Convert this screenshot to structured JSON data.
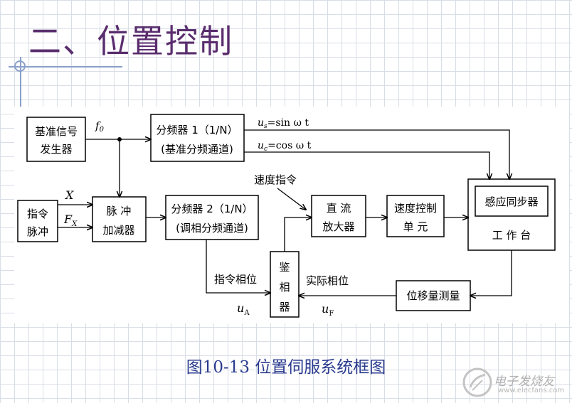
{
  "slide": {
    "title": "二、位置控制",
    "caption": "图10-13 位置伺服系统框图"
  },
  "blocks": {
    "ref_signal": [
      "基准信号",
      "发生器"
    ],
    "divider1": [
      "分频器 1（1/N）",
      "(基准分频通道)"
    ],
    "cmd_pulse": [
      "指令",
      "脉冲"
    ],
    "pulse_addsub": [
      "脉 冲",
      "加减器"
    ],
    "divider2": [
      "分频器 2（1/N）",
      "(调相分频通道)"
    ],
    "phase_detector": [
      "鉴",
      "相",
      "器"
    ],
    "dc_amp": [
      "直 流",
      "放大器"
    ],
    "speed_ctrl": [
      "速度控制",
      "单 元"
    ],
    "inductosyn": "感应同步器",
    "worktable": "工 作 台",
    "position_measure": "位移量测量"
  },
  "signals": {
    "f0": {
      "main": "f",
      "sub": "0"
    },
    "us": {
      "main": "u",
      "sub": "s",
      "rest": "=sin ω t"
    },
    "uc": {
      "main": "u",
      "sub": "c",
      "rest": "=cos ω t"
    },
    "x": "X",
    "fx": {
      "main": "F",
      "sub": "X"
    },
    "speed_cmd": "速度指令",
    "cmd_phase": "指令相位",
    "actual_phase": "实际相位",
    "ua": {
      "main": "u",
      "sub": "A"
    },
    "uf": {
      "main": "u",
      "sub": "F"
    }
  },
  "watermark": {
    "text": "电子发烧友",
    "url": "www.elecfans.com"
  }
}
